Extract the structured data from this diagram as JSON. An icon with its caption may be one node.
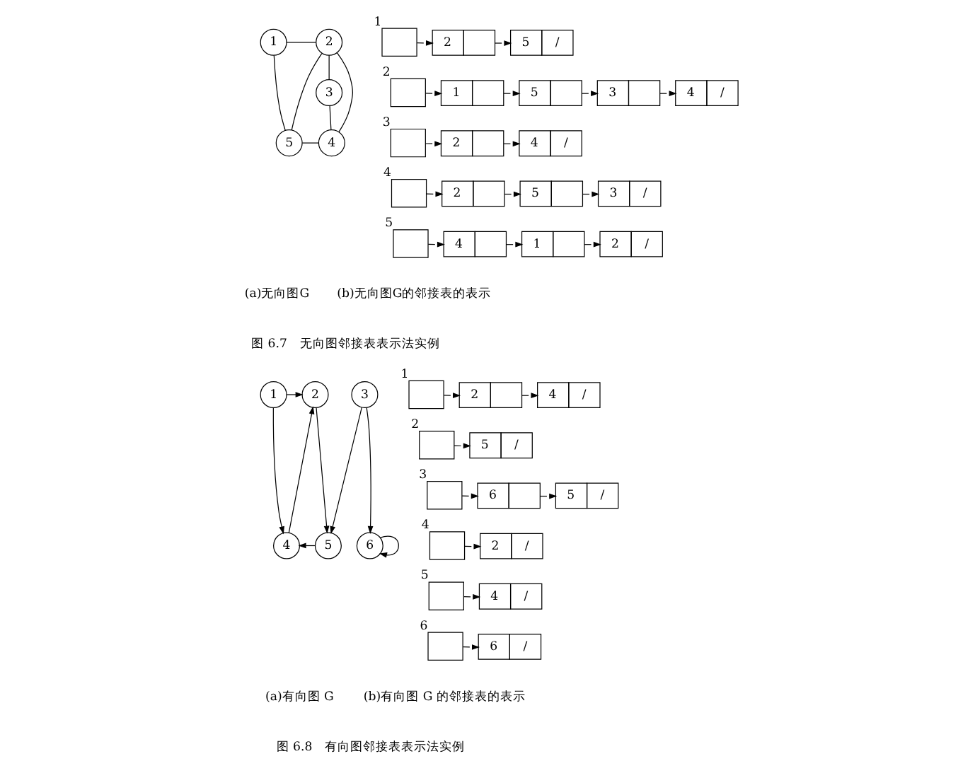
{
  "diagram": {
    "nodes": [
      {
        "text": [
          "1"
        ]
      },
      {
        "text": [
          "2"
        ]
      },
      {
        "text": [
          "3"
        ]
      },
      {
        "text": [
          "5"
        ]
      },
      {
        "text": [
          "4"
        ]
      },
      {
        "text": [],
        "shape": "box",
        "beside": [
          "1"
        ]
      },
      {
        "text": [
          "2"
        ]
      },
      {
        "text": [
          "5",
          "/"
        ]
      },
      {
        "text": [],
        "shape": "box",
        "beside": [
          "2"
        ]
      },
      {
        "text": [
          "1"
        ]
      },
      {
        "text": [
          "5"
        ]
      },
      {
        "text": [
          "3"
        ]
      },
      {
        "text": [
          "4",
          "/"
        ]
      },
      {
        "text": [],
        "shape": "box",
        "beside": [
          "3"
        ]
      },
      {
        "text": [
          "2"
        ]
      },
      {
        "text": [
          "4",
          "/"
        ]
      },
      {
        "text": [],
        "shape": "box",
        "beside": [
          "4"
        ]
      },
      {
        "text": [
          "2"
        ]
      },
      {
        "text": [
          "5"
        ]
      },
      {
        "text": [
          "3",
          "/"
        ]
      },
      {
        "text": [],
        "shape": "box",
        "beside": [
          "5"
        ]
      },
      {
        "text": [
          "4"
        ]
      },
      {
        "text": [
          "1"
        ]
      },
      {
        "text": [
          "2",
          "/"
        ]
      },
      {
        "text": [
          "1"
        ]
      },
      {
        "text": [
          "2"
        ]
      },
      {
        "text": [
          "3"
        ]
      },
      {
        "text": [
          "4"
        ]
      },
      {
        "text": [
          "5"
        ]
      },
      {
        "text": [
          "6"
        ]
      },
      {
        "text": [],
        "shape": "box",
        "beside": [
          "1"
        ]
      },
      {
        "text": [
          "2"
        ]
      },
      {
        "text": [
          "4",
          "/"
        ]
      },
      {
        "text": [],
        "shape": "box",
        "beside": [
          "2"
        ]
      },
      {
        "text": [
          "5",
          "/"
        ]
      },
      {
        "text": [],
        "shape": "box",
        "beside": [
          "3"
        ]
      },
      {
        "text": [
          "6"
        ]
      },
      {
        "text": [
          "5",
          "/"
        ]
      },
      {
        "text": [],
        "shape": "box",
        "beside": [
          "4"
        ]
      },
      {
        "text": [
          "2",
          "/"
        ]
      },
      {
        "text": [],
        "shape": "box",
        "beside": [
          "5"
        ]
      },
      {
        "text": [
          "4",
          "/"
        ]
      },
      {
        "text": [],
        "shape": "box",
        "beside": [
          "6"
        ]
      },
      {
        "text": [
          "6",
          "/"
        ]
      }
    ],
    "edges": [
      {
        "from": 0,
        "to": 1,
        "arrow": "none"
      },
      {
        "from": 0,
        "to": 3,
        "arrow": "none"
      },
      {
        "from": 1,
        "to": 2,
        "arrow": "none"
      },
      {
        "from": 1,
        "to": 4,
        "arrow": "none"
      },
      {
        "from": 1,
        "to": 3,
        "arrow": "none"
      },
      {
        "from": 2,
        "to": 4,
        "arrow": "none"
      },
      {
        "from": 3,
        "to": 4,
        "arrow": "none"
      },
      {
        "from": 5,
        "to": 6,
        "arrow": "to"
      },
      {
        "from": 6,
        "to": 7,
        "arrow": "to"
      },
      {
        "from": 8,
        "to": 9,
        "arrow": "to"
      },
      {
        "from": 9,
        "to": 10,
        "arrow": "to"
      },
      {
        "from": 10,
        "to": 11,
        "arrow": "to"
      },
      {
        "from": 11,
        "to": 12,
        "arrow": "to"
      },
      {
        "from": 13,
        "to": 14,
        "arrow": "to"
      },
      {
        "from": 14,
        "to": 15,
        "arrow": "to"
      },
      {
        "from": 16,
        "to": 17,
        "arrow": "to"
      },
      {
        "from": 17,
        "to": 18,
        "arrow": "to"
      },
      {
        "from": 18,
        "to": 19,
        "arrow": "to"
      },
      {
        "from": 20,
        "to": 21,
        "arrow": "to"
      },
      {
        "from": 21,
        "to": 22,
        "arrow": "to"
      },
      {
        "from": 22,
        "to": 23,
        "arrow": "to"
      },
      {
        "from": 24,
        "to": 25,
        "arrow": "to"
      },
      {
        "from": 24,
        "to": 27,
        "arrow": "to"
      },
      {
        "from": 27,
        "to": 25,
        "arrow": "to"
      },
      {
        "from": 25,
        "to": 28,
        "arrow": "to"
      },
      {
        "from": 28,
        "to": 27,
        "arrow": "to"
      },
      {
        "from": 26,
        "to": 28,
        "arrow": "to"
      },
      {
        "from": 26,
        "to": 29,
        "arrow": "to"
      },
      {
        "from": 29,
        "to": 29,
        "arrow": "to"
      },
      {
        "from": 30,
        "to": 31,
        "arrow": "to"
      },
      {
        "from": 31,
        "to": 32,
        "arrow": "to"
      },
      {
        "from": 33,
        "to": 34,
        "arrow": "to"
      },
      {
        "from": 35,
        "to": 36,
        "arrow": "to"
      },
      {
        "from": 36,
        "to": 37,
        "arrow": "to"
      },
      {
        "from": 38,
        "to": 39,
        "arrow": "to"
      },
      {
        "from": 40,
        "to": 41,
        "arrow": "to"
      },
      {
        "from": 42,
        "to": 43,
        "arrow": "to"
      }
    ],
    "labels": [
      "(a)无向图G",
      "(b)无向图G的邻接表的表示",
      "图 6.7　无向图邻接表表示法实例",
      "(a)有向图 G",
      "(b)有向图 G 的邻接表的表示",
      "图 6.8　有向图邻接表表示法实例"
    ]
  }
}
